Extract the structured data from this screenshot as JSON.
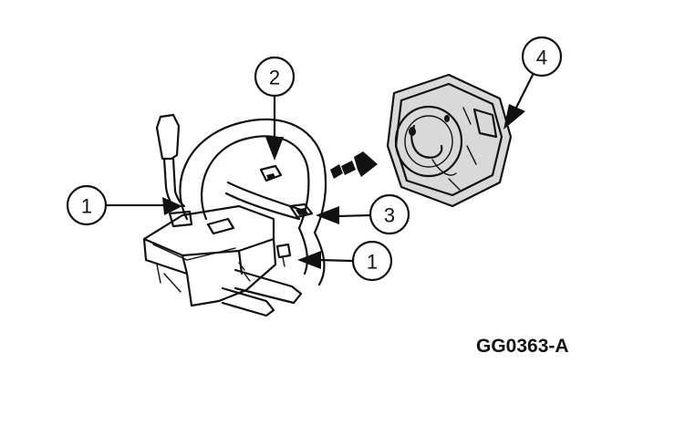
{
  "figure": {
    "code": "GG0363-A"
  },
  "callouts": [
    {
      "id": "c1a",
      "label": "1"
    },
    {
      "id": "c2",
      "label": "2"
    },
    {
      "id": "c3",
      "label": "3"
    },
    {
      "id": "c1b",
      "label": "1"
    },
    {
      "id": "c4",
      "label": "4"
    }
  ]
}
